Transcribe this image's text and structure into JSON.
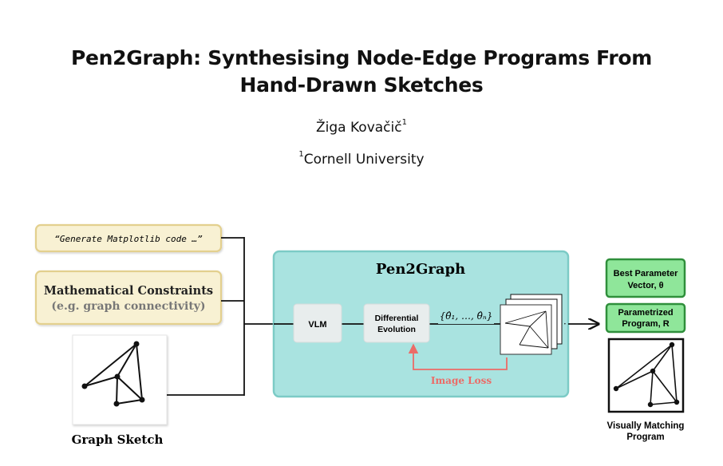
{
  "paper": {
    "title_line1": "Pen2Graph: Synthesising Node-Edge Programs From",
    "title_line2": "Hand-Drawn Sketches",
    "author": "Žiga Kovačič",
    "author_sup": "1",
    "affiliation_sup": "1",
    "affiliation": "Cornell University"
  },
  "figure": {
    "prompt_text": "“Generate Matplotlib code …”",
    "constraints_title": "Mathematical Constraints",
    "constraints_sub": "(e.g. graph connectivity)",
    "sketch_caption": "Graph Sketch",
    "panel_title": "Pen2Graph",
    "vlm_label": "VLM",
    "de_label_line1": "Differential",
    "de_label_line2": "Evolution",
    "theta_set": "{θ̂₁, …, θ̂ₙ}",
    "loss_label": "Image Loss",
    "best_param_line1": "Best Parameter",
    "best_param_line2": "Vector, θ",
    "program_line1": "Parametrized",
    "program_line2": "Program, R",
    "output_caption_line1": "Visually Matching",
    "output_caption_line2": "Program",
    "colors": {
      "prompt_fill": "#f8f1d3",
      "prompt_stroke": "#e3d08e",
      "panel_fill": "#a9e3e0",
      "panel_stroke": "#7ccbc6",
      "green_fill": "#8fe69a",
      "green_stroke": "#2f8f3b",
      "loss_red": "#ec6b67"
    }
  }
}
